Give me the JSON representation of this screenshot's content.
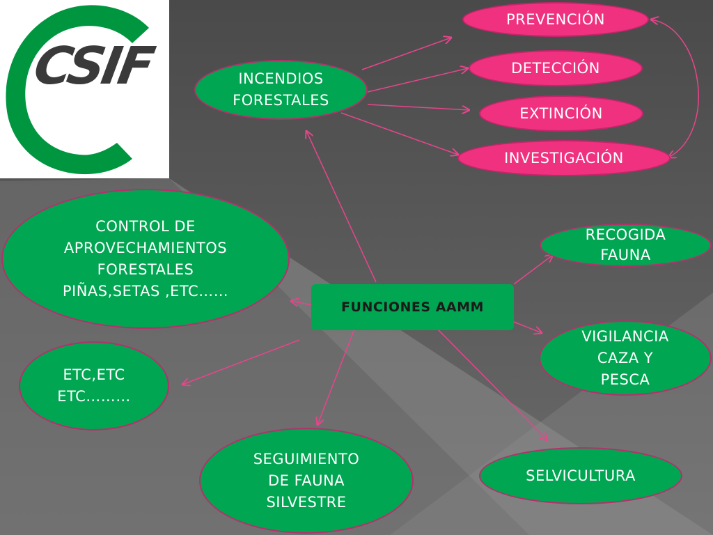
{
  "logo": {
    "text": "CSIF"
  },
  "center": {
    "label": "FUNCIONES AAMM"
  },
  "incendios": {
    "line1": "INCENDIOS",
    "line2": "FORESTALES"
  },
  "incendios_children": [
    {
      "label": "PREVENCIÓN"
    },
    {
      "label": "DETECCIÓN"
    },
    {
      "label": "EXTINCIÓN"
    },
    {
      "label": "INVESTIGACIÓN"
    }
  ],
  "control": {
    "lines": [
      "CONTROL DE",
      "APROVECHAMIENTOS",
      "FORESTALES",
      "PIÑAS,SETAS ,ETC……"
    ]
  },
  "etc": {
    "lines": [
      "ETC,ETC",
      "ETC………"
    ]
  },
  "seguimiento": {
    "lines": [
      "SEGUIMIENTO",
      "DE FAUNA",
      "SILVESTRE"
    ]
  },
  "recogida": {
    "lines": [
      "RECOGIDA",
      "FAUNA"
    ]
  },
  "vigilancia": {
    "lines": [
      "VIGILANCIA",
      "CAZA Y",
      "PESCA"
    ]
  },
  "selvicultura": {
    "label": "SELVICULTURA"
  },
  "colors": {
    "node_green": "#00a651",
    "node_pink": "#f0317f",
    "node_border": "#b2326b",
    "arrow": "#e8458c",
    "logo_green": "#009640",
    "logo_text": "#3a3a3a",
    "background": "#555555"
  }
}
